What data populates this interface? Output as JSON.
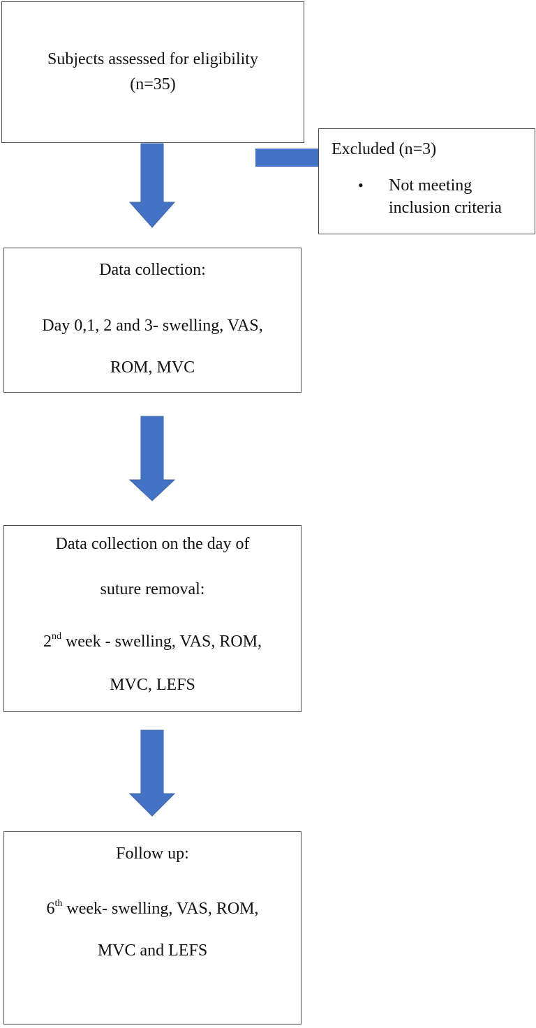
{
  "diagram": {
    "accent_color": "#4472c4",
    "box_border_color": "#4a4a4a",
    "start_box": {
      "line1": "Subjects assessed for eligibility",
      "line2": "(n=35)"
    },
    "excluded_box": {
      "title": "Excluded (n=3)",
      "bullet_symbol": "•",
      "bullet_line1": "Not meeting",
      "bullet_line2": "inclusion criteria"
    },
    "collection_box": {
      "title": "Data collection:",
      "line2": "Day 0,1, 2 and 3- swelling, VAS,",
      "line3": "ROM, MVC"
    },
    "suture_box": {
      "line1": "Data collection on the day of",
      "line2": "suture removal:",
      "line3_number": "2",
      "line3_suffix": "nd",
      "line3_rest": " week - swelling, VAS, ROM,",
      "line4": "MVC, LEFS"
    },
    "followup_box": {
      "title": "Follow up:",
      "line2_number": "6",
      "line2_suffix": "th",
      "line2_rest": " week- swelling, VAS, ROM,",
      "line3": "MVC and LEFS"
    }
  }
}
